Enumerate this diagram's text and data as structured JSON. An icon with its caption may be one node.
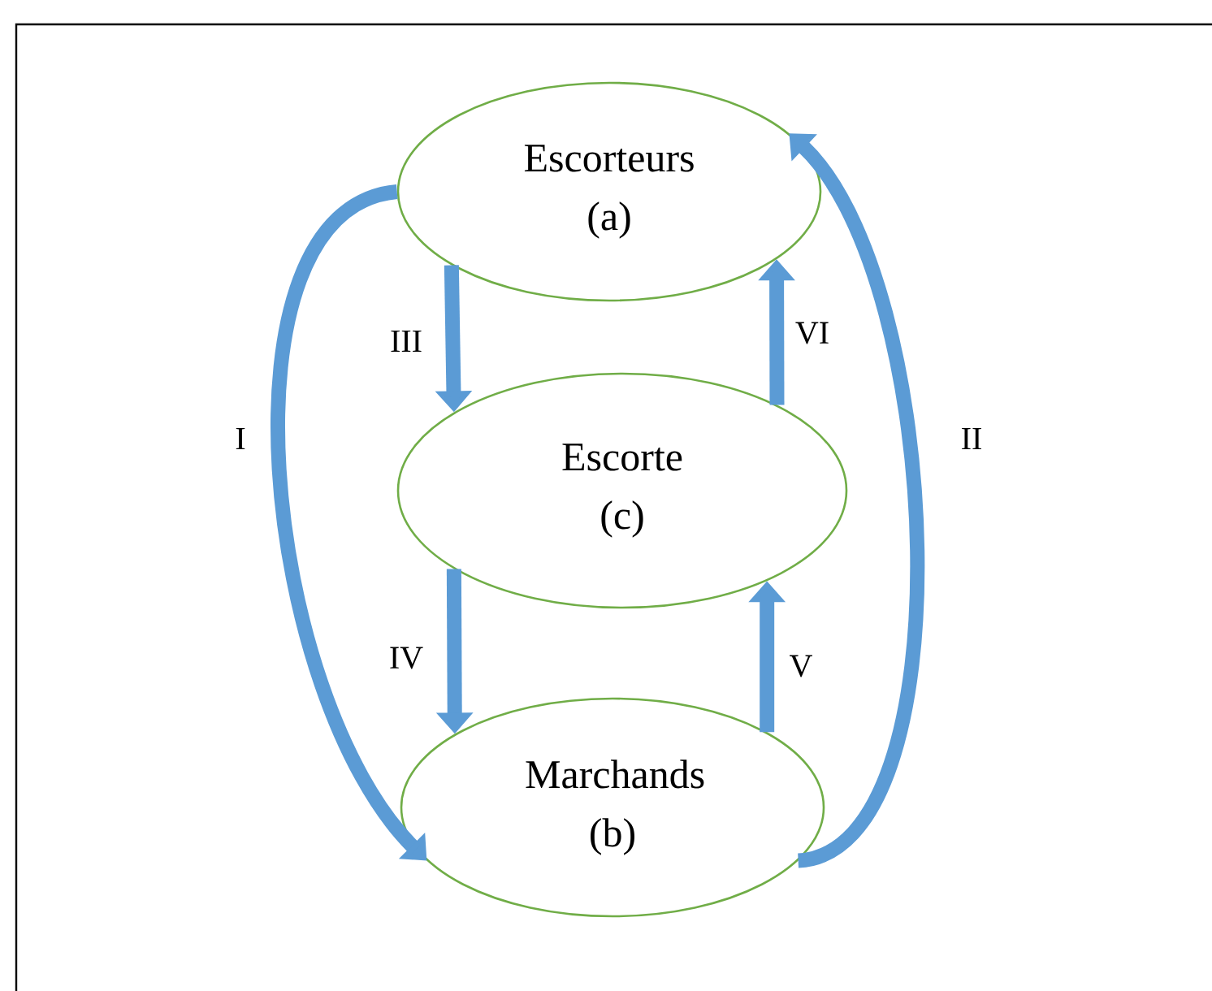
{
  "diagram": {
    "nodes": [
      {
        "text": [
          "Escorteurs (a)"
        ]
      },
      {
        "text": [
          "Escorte (c)"
        ]
      },
      {
        "text": [
          "Marchands (b)"
        ]
      }
    ],
    "edges": [
      {
        "from": 0,
        "to": 2,
        "arrow": "to",
        "label": "I"
      },
      {
        "from": 2,
        "to": 0,
        "arrow": "to",
        "label": "II"
      },
      {
        "from": 0,
        "to": 1,
        "arrow": "to",
        "label": "III"
      },
      {
        "from": 1,
        "to": 2,
        "arrow": "to",
        "label": "IV"
      },
      {
        "from": 2,
        "to": 1,
        "arrow": "to",
        "label": "V"
      },
      {
        "from": 1,
        "to": 0,
        "arrow": "to",
        "label": "VI"
      }
    ]
  }
}
